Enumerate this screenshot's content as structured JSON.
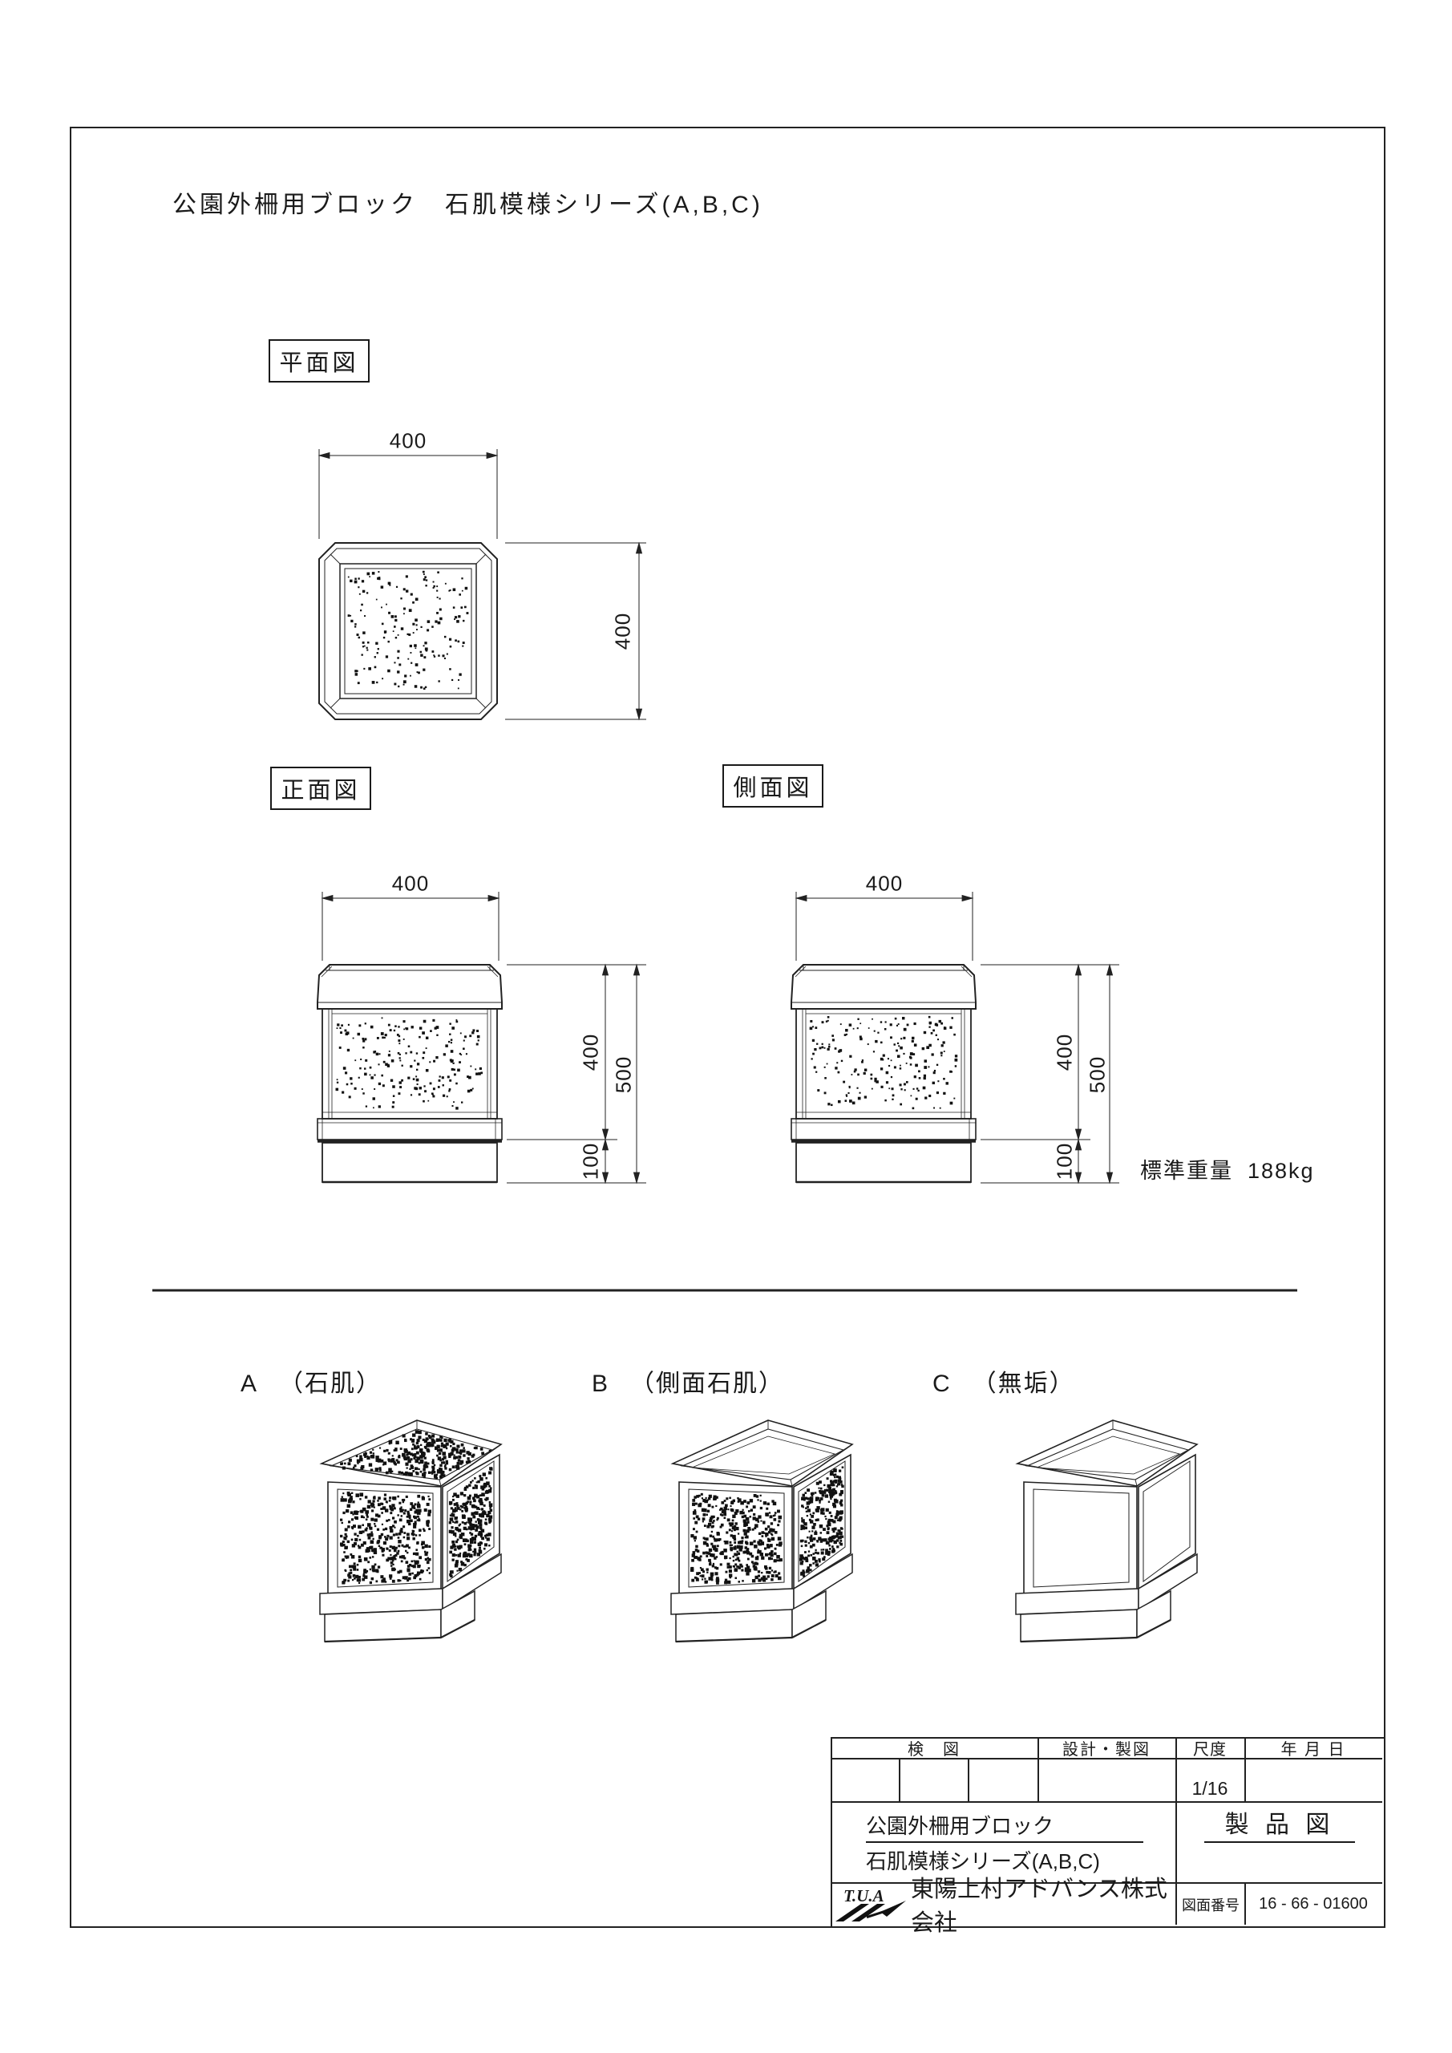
{
  "page": {
    "title": "公園外柵用ブロック　石肌模様シリーズ(A,B,C)"
  },
  "views": {
    "plan": {
      "label": "平面図",
      "dim_width": "400",
      "dim_depth": "400"
    },
    "front": {
      "label": "正面図",
      "dim_width": "400",
      "dim_body": "400",
      "dim_total": "500",
      "dim_base": "100"
    },
    "side": {
      "label": "側面図",
      "dim_width": "400",
      "dim_body": "400",
      "dim_total": "500",
      "dim_base": "100"
    }
  },
  "weight": {
    "label": "標準重量",
    "value": "188kg"
  },
  "variants": [
    {
      "code": "A",
      "name": "（石肌）"
    },
    {
      "code": "B",
      "name": "（側面石肌）"
    },
    {
      "code": "C",
      "name": "（無垢）"
    }
  ],
  "title_block": {
    "inspection_label": "検　図",
    "design_label": "設計・製図",
    "scale_label": "尺度",
    "scale_value": "1/16",
    "date_label": "年 月 日",
    "product_line1": "公園外柵用ブロック",
    "product_line2": "石肌模様シリーズ(A,B,C)",
    "drawing_type": "製 品 図",
    "logo_text": "T.U.A",
    "company_name": "東陽上村アドバンス株式会社",
    "drawing_no_label": "図面番号",
    "drawing_no": "16 - 66 - 01600"
  }
}
